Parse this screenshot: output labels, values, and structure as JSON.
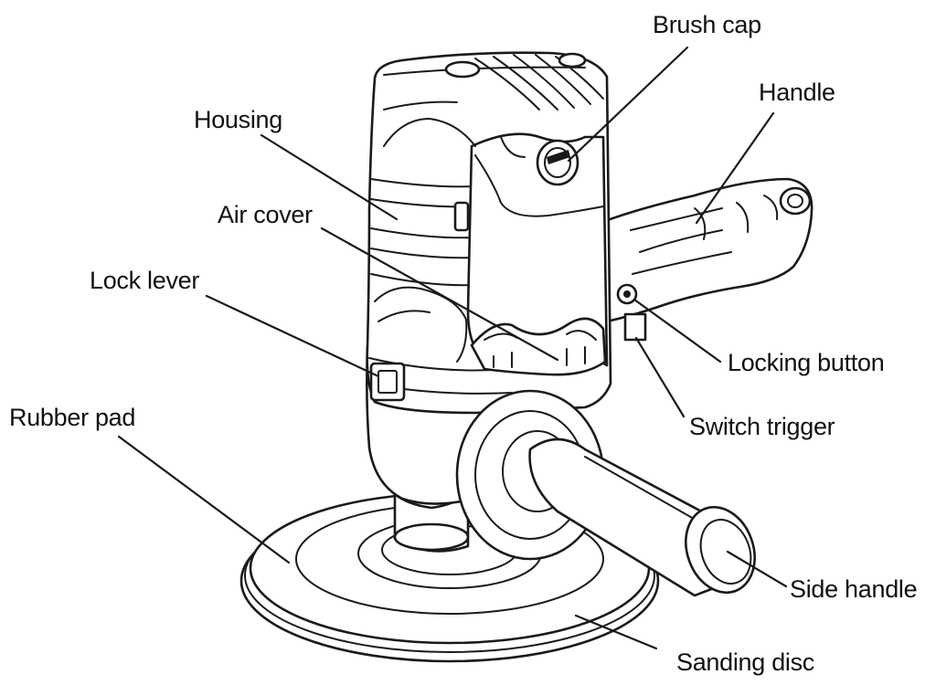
{
  "labels": {
    "brush_cap": "Brush cap",
    "handle": "Handle",
    "housing": "Housing",
    "air_cover": "Air cover",
    "lock_lever": "Lock lever",
    "locking_button": "Locking button",
    "rubber_pad": "Rubber pad",
    "switch_trigger": "Switch trigger",
    "side_handle": "Side handle",
    "sanding_disc": "Sanding disc"
  }
}
